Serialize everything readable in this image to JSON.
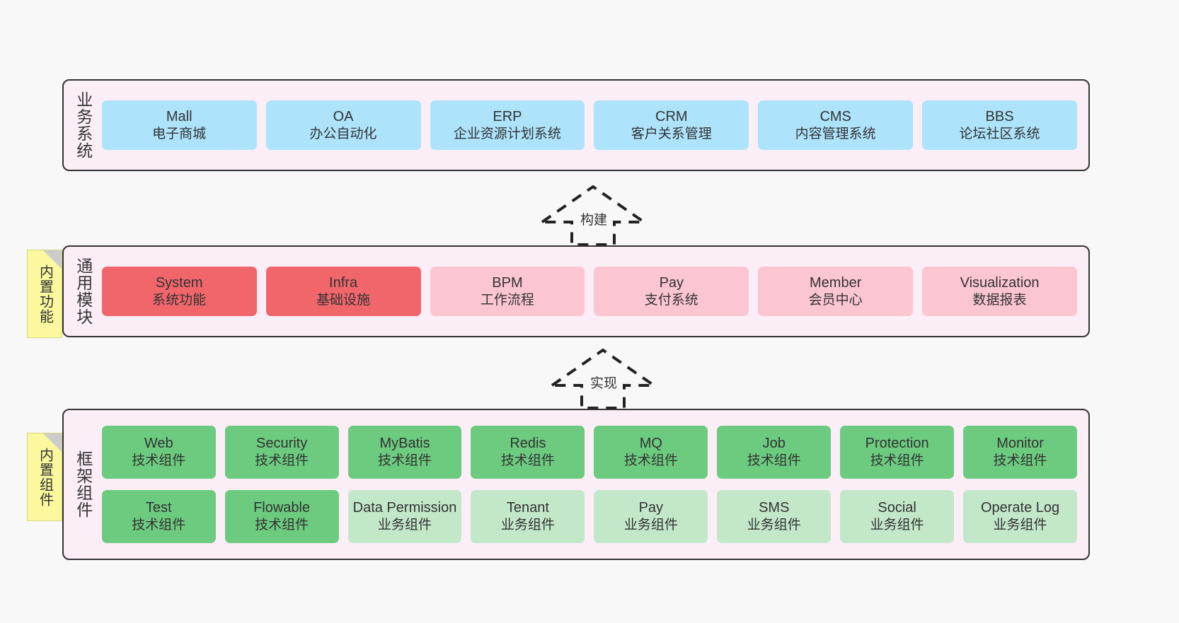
{
  "diagram": {
    "background_color": "#f8f8f8",
    "layer_fill": "#fbeef7",
    "layer_border": "#333333",
    "note_fill": "#fbf89e"
  },
  "layers": [
    {
      "id": "business",
      "title": "业务系统",
      "cards": [
        {
          "name": "Mall",
          "desc": "电子商城",
          "color": "#ade3fb"
        },
        {
          "name": "OA",
          "desc": "办公自动化",
          "color": "#ade3fb"
        },
        {
          "name": "ERP",
          "desc": "企业资源计划系统",
          "color": "#ade3fb"
        },
        {
          "name": "CRM",
          "desc": "客户关系管理",
          "color": "#ade3fb"
        },
        {
          "name": "CMS",
          "desc": "内容管理系统",
          "color": "#ade3fb"
        },
        {
          "name": "BBS",
          "desc": "论坛社区系统",
          "color": "#ade3fb"
        }
      ]
    },
    {
      "id": "common",
      "title": "通用模块",
      "note": "内置功能",
      "cards": [
        {
          "name": "System",
          "desc": "系统功能",
          "color": "#f0666b"
        },
        {
          "name": "Infra",
          "desc": "基础设施",
          "color": "#f0666b"
        },
        {
          "name": "BPM",
          "desc": "工作流程",
          "color": "#fbc6d2"
        },
        {
          "name": "Pay",
          "desc": "支付系统",
          "color": "#fbc6d2"
        },
        {
          "name": "Member",
          "desc": "会员中心",
          "color": "#fbc6d2"
        },
        {
          "name": "Visualization",
          "desc": "数据报表",
          "color": "#fbc6d2"
        }
      ]
    },
    {
      "id": "frame",
      "title": "框架组件",
      "note": "内置组件",
      "row1": [
        {
          "name": "Web",
          "desc": "技术组件",
          "color": "#6ccb7f"
        },
        {
          "name": "Security",
          "desc": "技术组件",
          "color": "#6ccb7f"
        },
        {
          "name": "MyBatis",
          "desc": "技术组件",
          "color": "#6ccb7f"
        },
        {
          "name": "Redis",
          "desc": "技术组件",
          "color": "#6ccb7f"
        },
        {
          "name": "MQ",
          "desc": "技术组件",
          "color": "#6ccb7f"
        },
        {
          "name": "Job",
          "desc": "技术组件",
          "color": "#6ccb7f"
        },
        {
          "name": "Protection",
          "desc": "技术组件",
          "color": "#6ccb7f"
        },
        {
          "name": "Monitor",
          "desc": "技术组件",
          "color": "#6ccb7f"
        }
      ],
      "row2": [
        {
          "name": "Test",
          "desc": "技术组件",
          "color": "#6ccb7f"
        },
        {
          "name": "Flowable",
          "desc": "技术组件",
          "color": "#6ccb7f"
        },
        {
          "name": "Data Permission",
          "desc": "业务组件",
          "color": "#c3e8c9"
        },
        {
          "name": "Tenant",
          "desc": "业务组件",
          "color": "#c3e8c9"
        },
        {
          "name": "Pay",
          "desc": "业务组件",
          "color": "#c3e8c9"
        },
        {
          "name": "SMS",
          "desc": "业务组件",
          "color": "#c3e8c9"
        },
        {
          "name": "Social",
          "desc": "业务组件",
          "color": "#c3e8c9"
        },
        {
          "name": "Operate Log",
          "desc": "业务组件",
          "color": "#c3e8c9"
        }
      ]
    }
  ],
  "arrows": [
    {
      "id": "build",
      "label": "构建",
      "style": "dashed-hollow-up"
    },
    {
      "id": "impl",
      "label": "实现",
      "style": "dashed-hollow-up"
    }
  ]
}
